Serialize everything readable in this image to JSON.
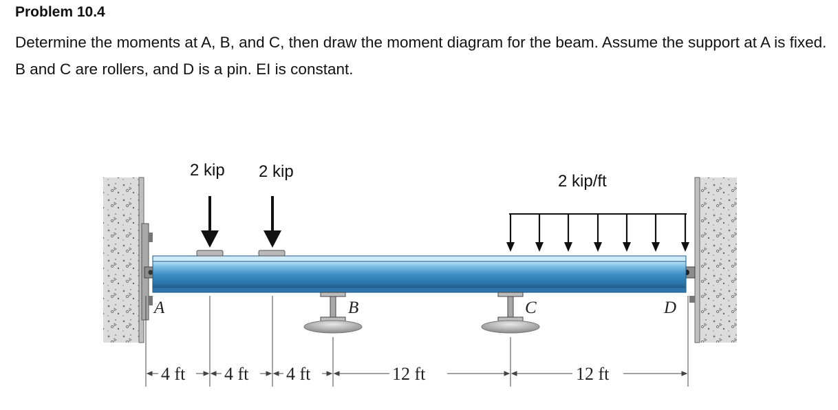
{
  "problem": {
    "title": "Problem 10.4",
    "statement": "Determine the moments at A, B, and C, then draw the moment diagram for the beam. Assume the support at A is fixed. B and C are rollers, and D is a pin. EI is constant."
  },
  "diagram": {
    "loads": {
      "point_load_1": "2 kip",
      "point_load_2": "2 kip",
      "distributed_load": "2 kip/ft"
    },
    "supports": {
      "a": "A",
      "b": "B",
      "c": "C",
      "d": "D"
    },
    "dimensions": {
      "span_1": "4 ft",
      "span_2": "4 ft",
      "span_3": "4 ft",
      "span_4": "12 ft",
      "span_5": "12 ft"
    },
    "colors": {
      "beam": "#3d8fc4",
      "beam_light": "#bfe4f5",
      "beam_dark": "#1f5f8c",
      "support": "#9a9a9a",
      "wall": "#d4d4d4",
      "load": "#111111"
    }
  }
}
